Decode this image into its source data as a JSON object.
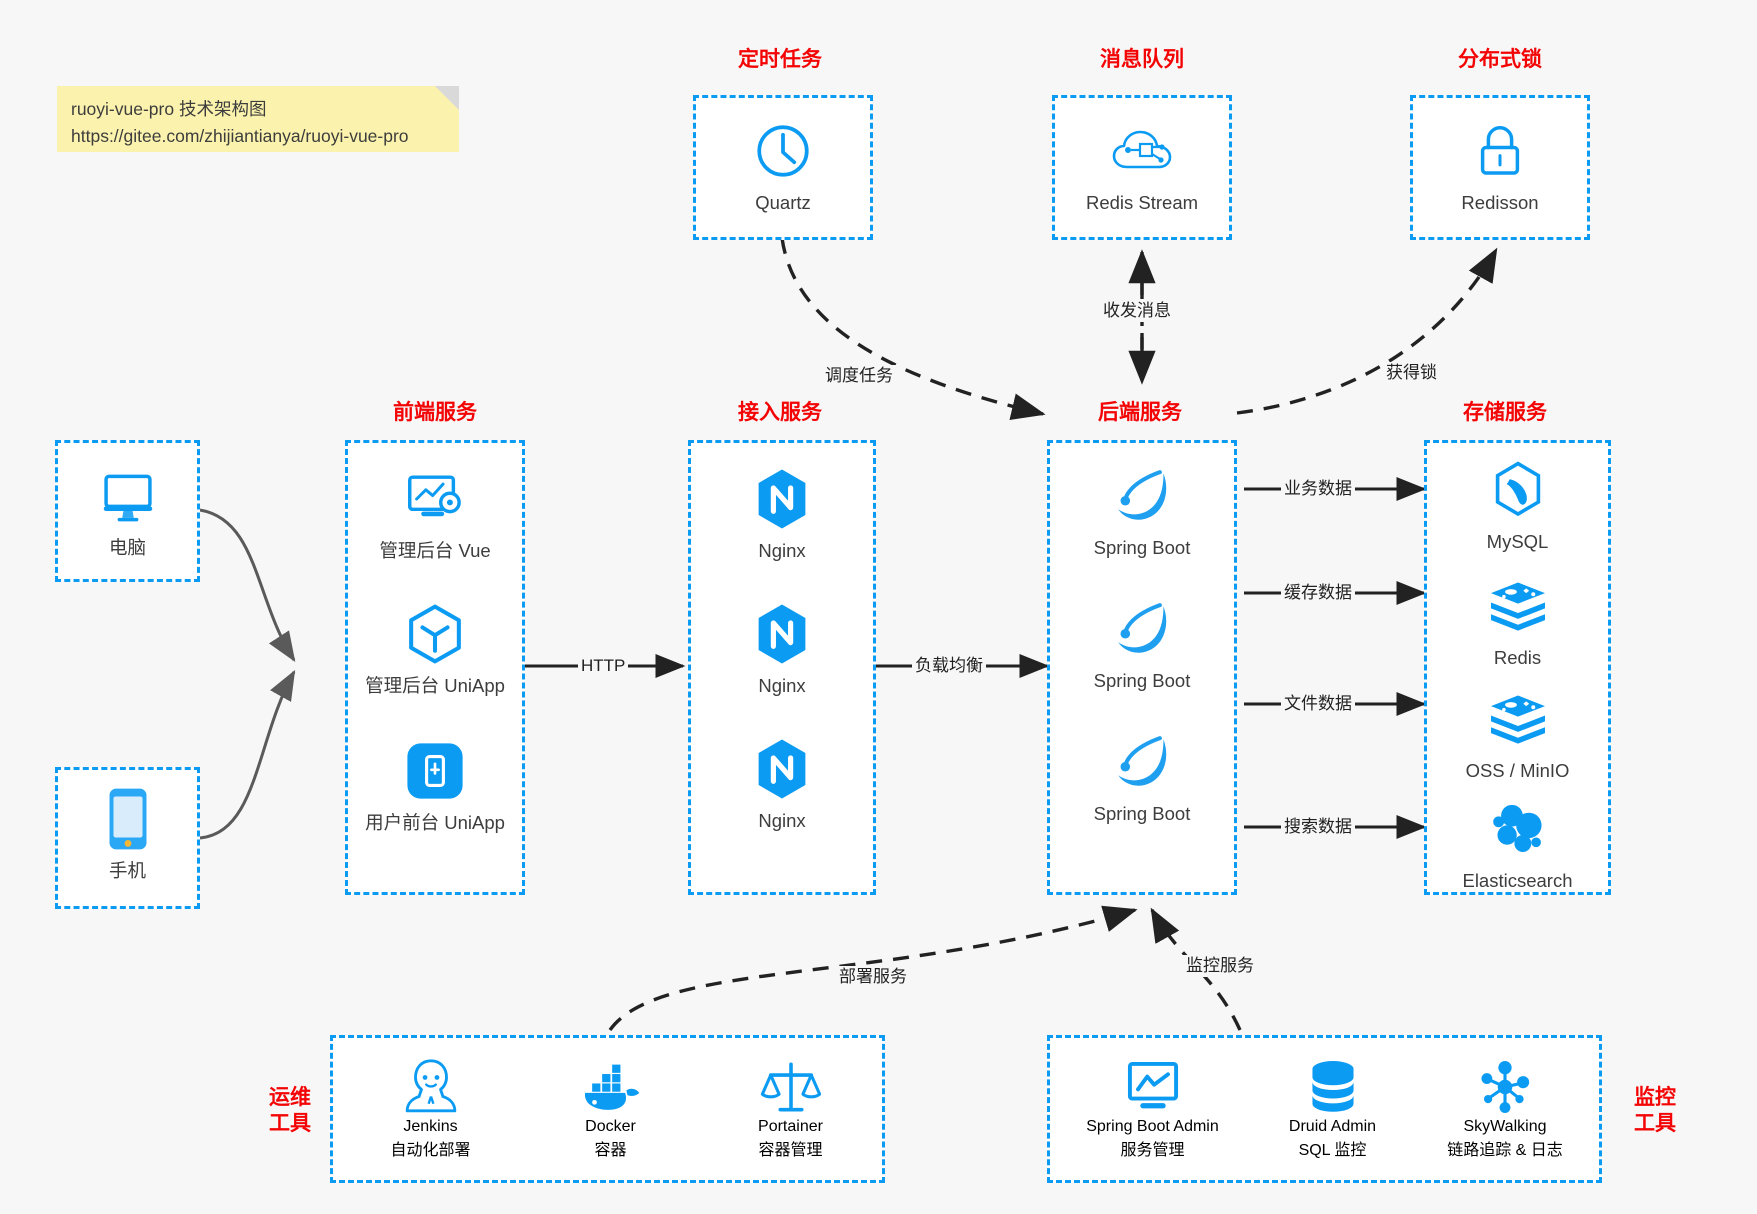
{
  "note": {
    "line1": "ruoyi-vue-pro 技术架构图",
    "line2": "https://gitee.com/zhijiantianya/ruoyi-vue-pro"
  },
  "captions": {
    "scheduled": "定时任务",
    "mq": "消息队列",
    "lock": "分布式锁",
    "frontend": "前端服务",
    "gateway": "接入服务",
    "backend": "后端服务",
    "storage": "存储服务",
    "devops_l1": "运维",
    "devops_l2": "工具",
    "monitor_l1": "监控",
    "monitor_l2": "工具"
  },
  "nodes": {
    "quartz": "Quartz",
    "redis_stream": "Redis Stream",
    "redisson": "Redisson",
    "computer": "电脑",
    "phone": "手机",
    "admin_vue": "管理后台 Vue",
    "admin_uniapp": "管理后台 UniApp",
    "user_uniapp": "用户前台 UniApp",
    "nginx1": "Nginx",
    "nginx2": "Nginx",
    "nginx3": "Nginx",
    "springboot1": "Spring Boot",
    "springboot2": "Spring Boot",
    "springboot3": "Spring Boot",
    "mysql": "MySQL",
    "redis": "Redis",
    "oss": "OSS / MinIO",
    "elasticsearch": "Elasticsearch"
  },
  "devops": [
    {
      "name": "Jenkins",
      "desc": "自动化部署",
      "icon": "jenkins-icon"
    },
    {
      "name": "Docker",
      "desc": "容器",
      "icon": "docker-icon"
    },
    {
      "name": "Portainer",
      "desc": "容器管理",
      "icon": "portainer-icon"
    }
  ],
  "monitoring": [
    {
      "name": "Spring Boot Admin",
      "desc": "服务管理",
      "icon": "monitor-chart-icon"
    },
    {
      "name": "Druid Admin",
      "desc": "SQL 监控",
      "icon": "database-icon"
    },
    {
      "name": "SkyWalking",
      "desc": "链路追踪 & 日志",
      "icon": "skywalking-icon"
    }
  ],
  "edges": {
    "http": "HTTP",
    "load_balance": "负载均衡",
    "schedule_task": "调度任务",
    "send_receive_msg": "收发消息",
    "acquire_lock": "获得锁",
    "business_data": "业务数据",
    "cache_data": "缓存数据",
    "file_data": "文件数据",
    "search_data": "搜索数据",
    "deploy_service": "部署服务",
    "monitor_service": "监控服务"
  },
  "colors": {
    "accent": "#0c9bf2",
    "caption": "#f30505",
    "text": "#3d3d3d",
    "background": "#f7f7f7",
    "note": "#fbf3ad",
    "arrow": "#222222"
  }
}
